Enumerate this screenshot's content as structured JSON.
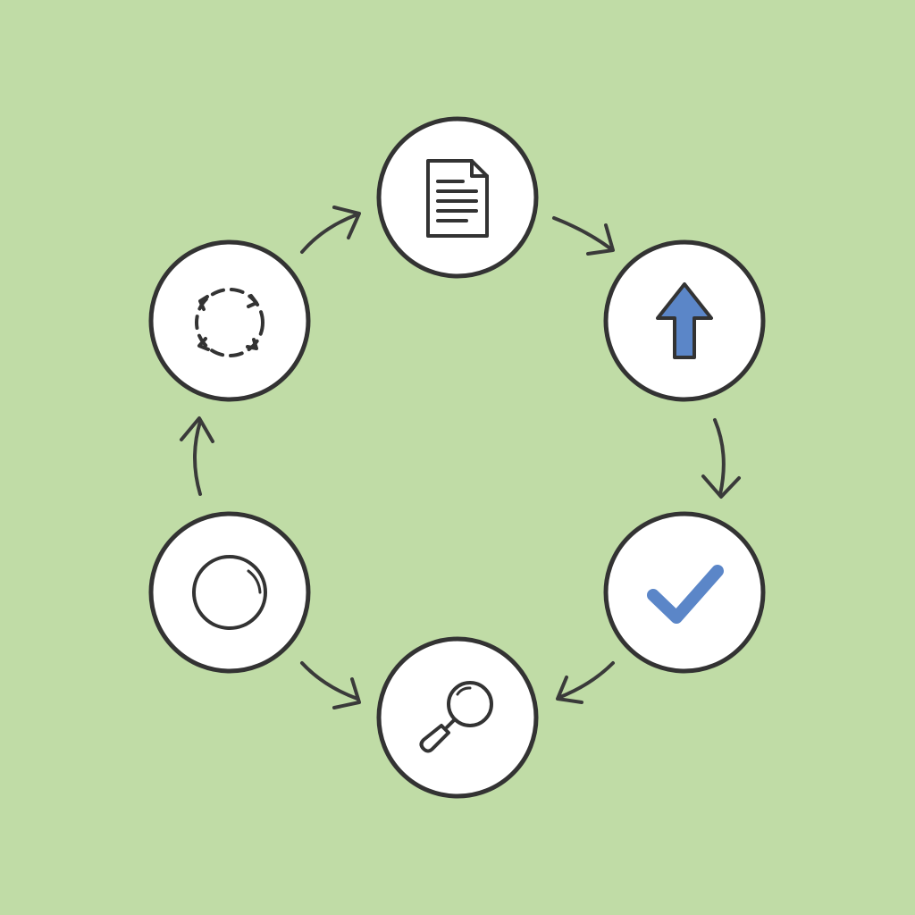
{
  "diagram": {
    "type": "cycle",
    "colors": {
      "background": "#c0dca6",
      "node_fill": "#ffffff",
      "outline": "#333333",
      "accent": "#5b86c8"
    },
    "nodes": [
      {
        "id": "document",
        "icon": "document-icon"
      },
      {
        "id": "upload",
        "icon": "arrow-up-icon"
      },
      {
        "id": "verify",
        "icon": "checkmark-icon"
      },
      {
        "id": "inspect",
        "icon": "magnifier-icon"
      },
      {
        "id": "observe",
        "icon": "lens-icon"
      },
      {
        "id": "refresh",
        "icon": "refresh-cycle-icon"
      }
    ],
    "connections": [
      {
        "from": "document",
        "to": "upload"
      },
      {
        "from": "upload",
        "to": "verify"
      },
      {
        "from": "verify",
        "to": "inspect"
      },
      {
        "from": "observe",
        "to": "inspect"
      },
      {
        "from": "observe",
        "to": "refresh"
      },
      {
        "from": "refresh",
        "to": "document"
      }
    ]
  }
}
